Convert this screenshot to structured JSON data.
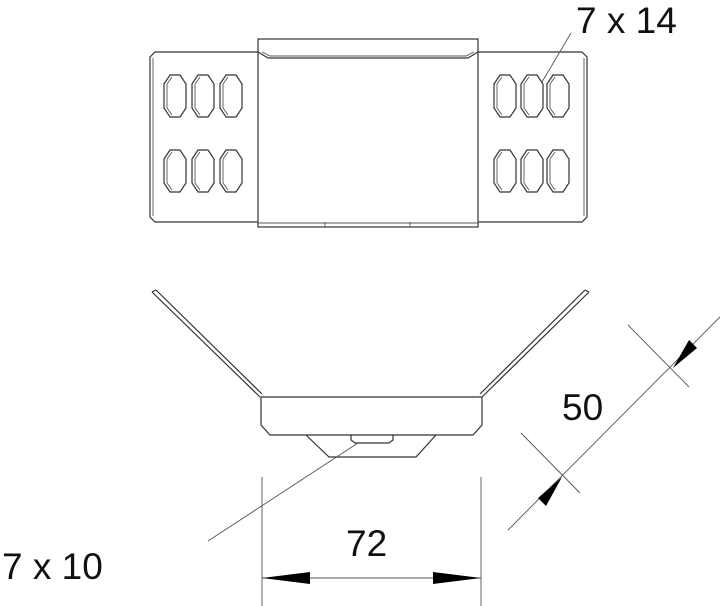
{
  "annotations": {
    "top_slot_size": "7 x 14",
    "bottom_slot_size": "7 x 10",
    "width_dimension": "72",
    "height_dimension": "50"
  },
  "colors": {
    "line": "#333333",
    "arrow": "#000000",
    "background": "#ffffff"
  }
}
